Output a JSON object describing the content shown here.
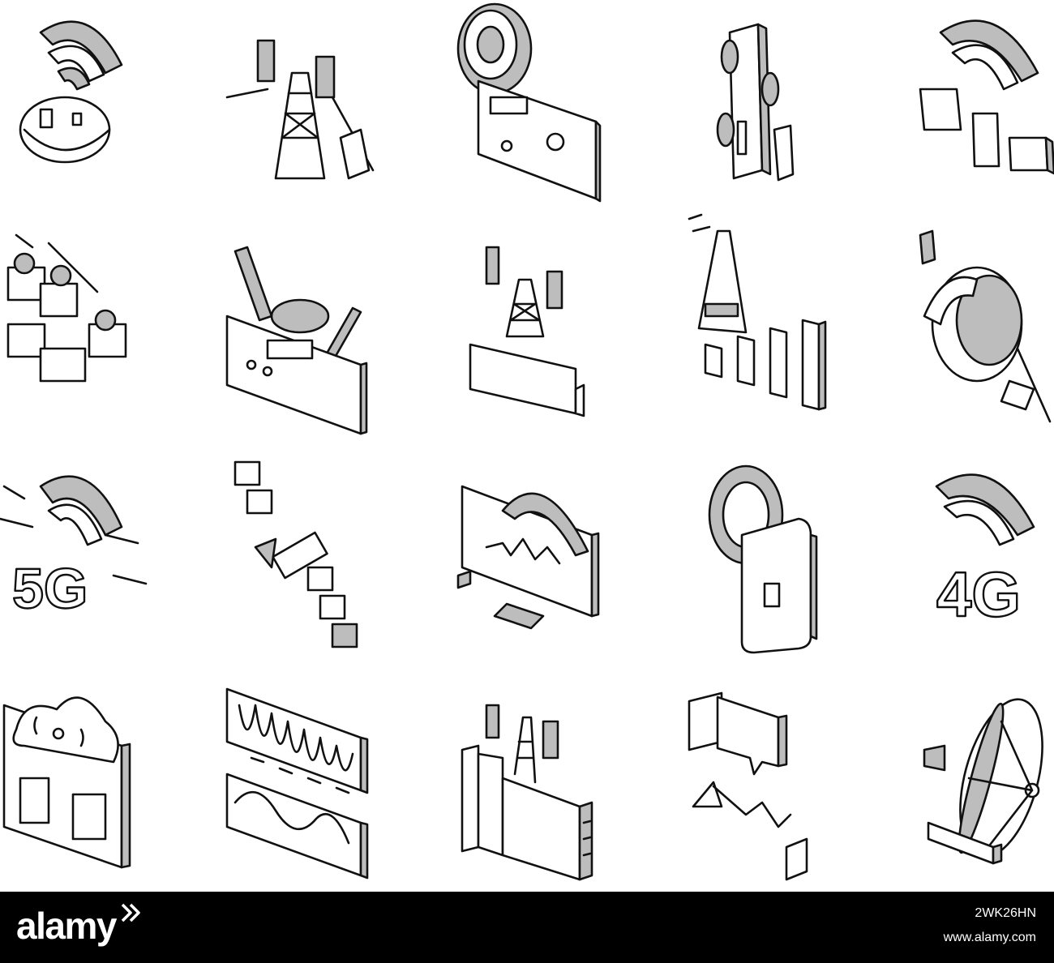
{
  "icons": [
    {
      "name": "wifi-cloud-icon"
    },
    {
      "name": "transmission-tower-icon"
    },
    {
      "name": "radio-receiver-icon"
    },
    {
      "name": "mobile-antenna-icon"
    },
    {
      "name": "wifi-network-devices-icon"
    },
    {
      "name": "video-conference-icon"
    },
    {
      "name": "radio-transmitter-icon"
    },
    {
      "name": "radio-station-tower-icon"
    },
    {
      "name": "signal-strength-icon"
    },
    {
      "name": "satellite-dish-globe-icon"
    },
    {
      "name": "5g-network-icon"
    },
    {
      "name": "satellite-icon"
    },
    {
      "name": "monitor-signal-icon"
    },
    {
      "name": "smartphone-signal-icon"
    },
    {
      "name": "4g-network-icon"
    },
    {
      "name": "cloud-computer-icon"
    },
    {
      "name": "frequency-modulation-icon"
    },
    {
      "name": "broadcast-building-icon"
    },
    {
      "name": "chat-communication-icon"
    },
    {
      "name": "radio-telescope-icon"
    }
  ],
  "footer": {
    "brand": "alamy",
    "image_id": "2WK26HN",
    "site": "www.alamy.com"
  },
  "colors": {
    "line": "#111111",
    "shade": "#bdbdbd",
    "footer_bg": "#000000",
    "footer_text": "#ffffff"
  }
}
